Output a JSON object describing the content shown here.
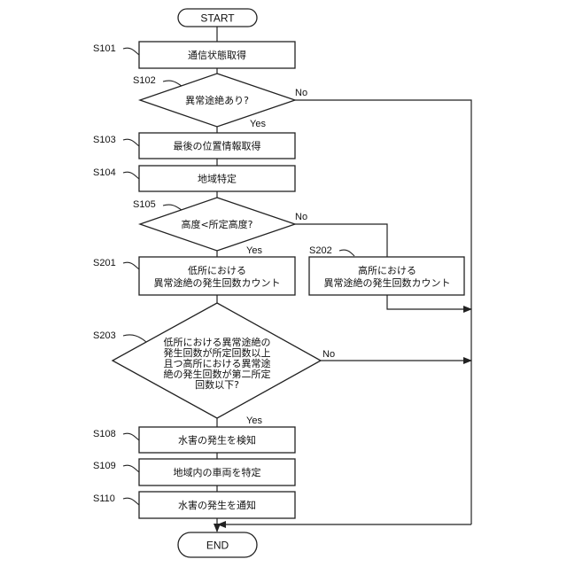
{
  "terminals": {
    "start": "START",
    "end": "END"
  },
  "steps": {
    "S101": {
      "id": "S101",
      "text": "通信状態取得"
    },
    "S102": {
      "id": "S102",
      "text": "異常途絶あり?",
      "yes": "Yes",
      "no": "No"
    },
    "S103": {
      "id": "S103",
      "text": "最後の位置情報取得"
    },
    "S104": {
      "id": "S104",
      "text": "地域特定"
    },
    "S105": {
      "id": "S105",
      "text": "高度<所定高度?",
      "yes": "Yes",
      "no": "No"
    },
    "S201": {
      "id": "S201",
      "lines": [
        "低所における",
        "異常途絶の発生回数カウント"
      ]
    },
    "S202": {
      "id": "S202",
      "lines": [
        "高所における",
        "異常途絶の発生回数カウント"
      ]
    },
    "S203": {
      "id": "S203",
      "lines": [
        "低所における異常途絶の",
        "発生回数が所定回数以上",
        "且つ高所における異常途",
        "絶の発生回数が第二所定",
        "回数以下?"
      ],
      "yes": "Yes",
      "no": "No"
    },
    "S108": {
      "id": "S108",
      "text": "水害の発生を検知"
    },
    "S109": {
      "id": "S109",
      "text": "地域内の車両を特定"
    },
    "S110": {
      "id": "S110",
      "text": "水害の発生を通知"
    }
  }
}
